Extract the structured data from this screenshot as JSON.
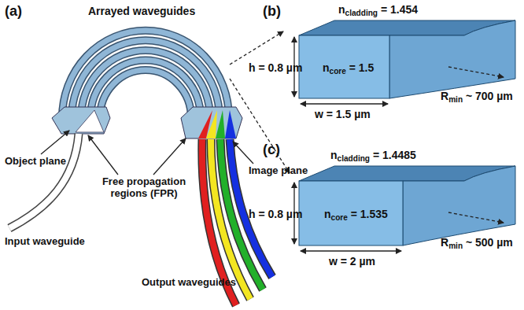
{
  "diagram": {
    "labels": [
      "(a)",
      "Arrayed waveguides",
      "Object plane",
      "Free propagation regions (FPR)",
      "Image plane",
      "Input waveguide",
      "Output waveguides",
      "(b)",
      "ncladding = 1.454",
      "h = 0.8 µm",
      "ncore = 1.5",
      "w = 1.5 µm",
      "Rmin ~ 700 µm",
      "(c)",
      "ncladding = 1.4485",
      "h = 0.8 µm",
      "ncore = 1.535",
      "w = 2 µm",
      "Rmin ~ 500 µm"
    ]
  }
}
